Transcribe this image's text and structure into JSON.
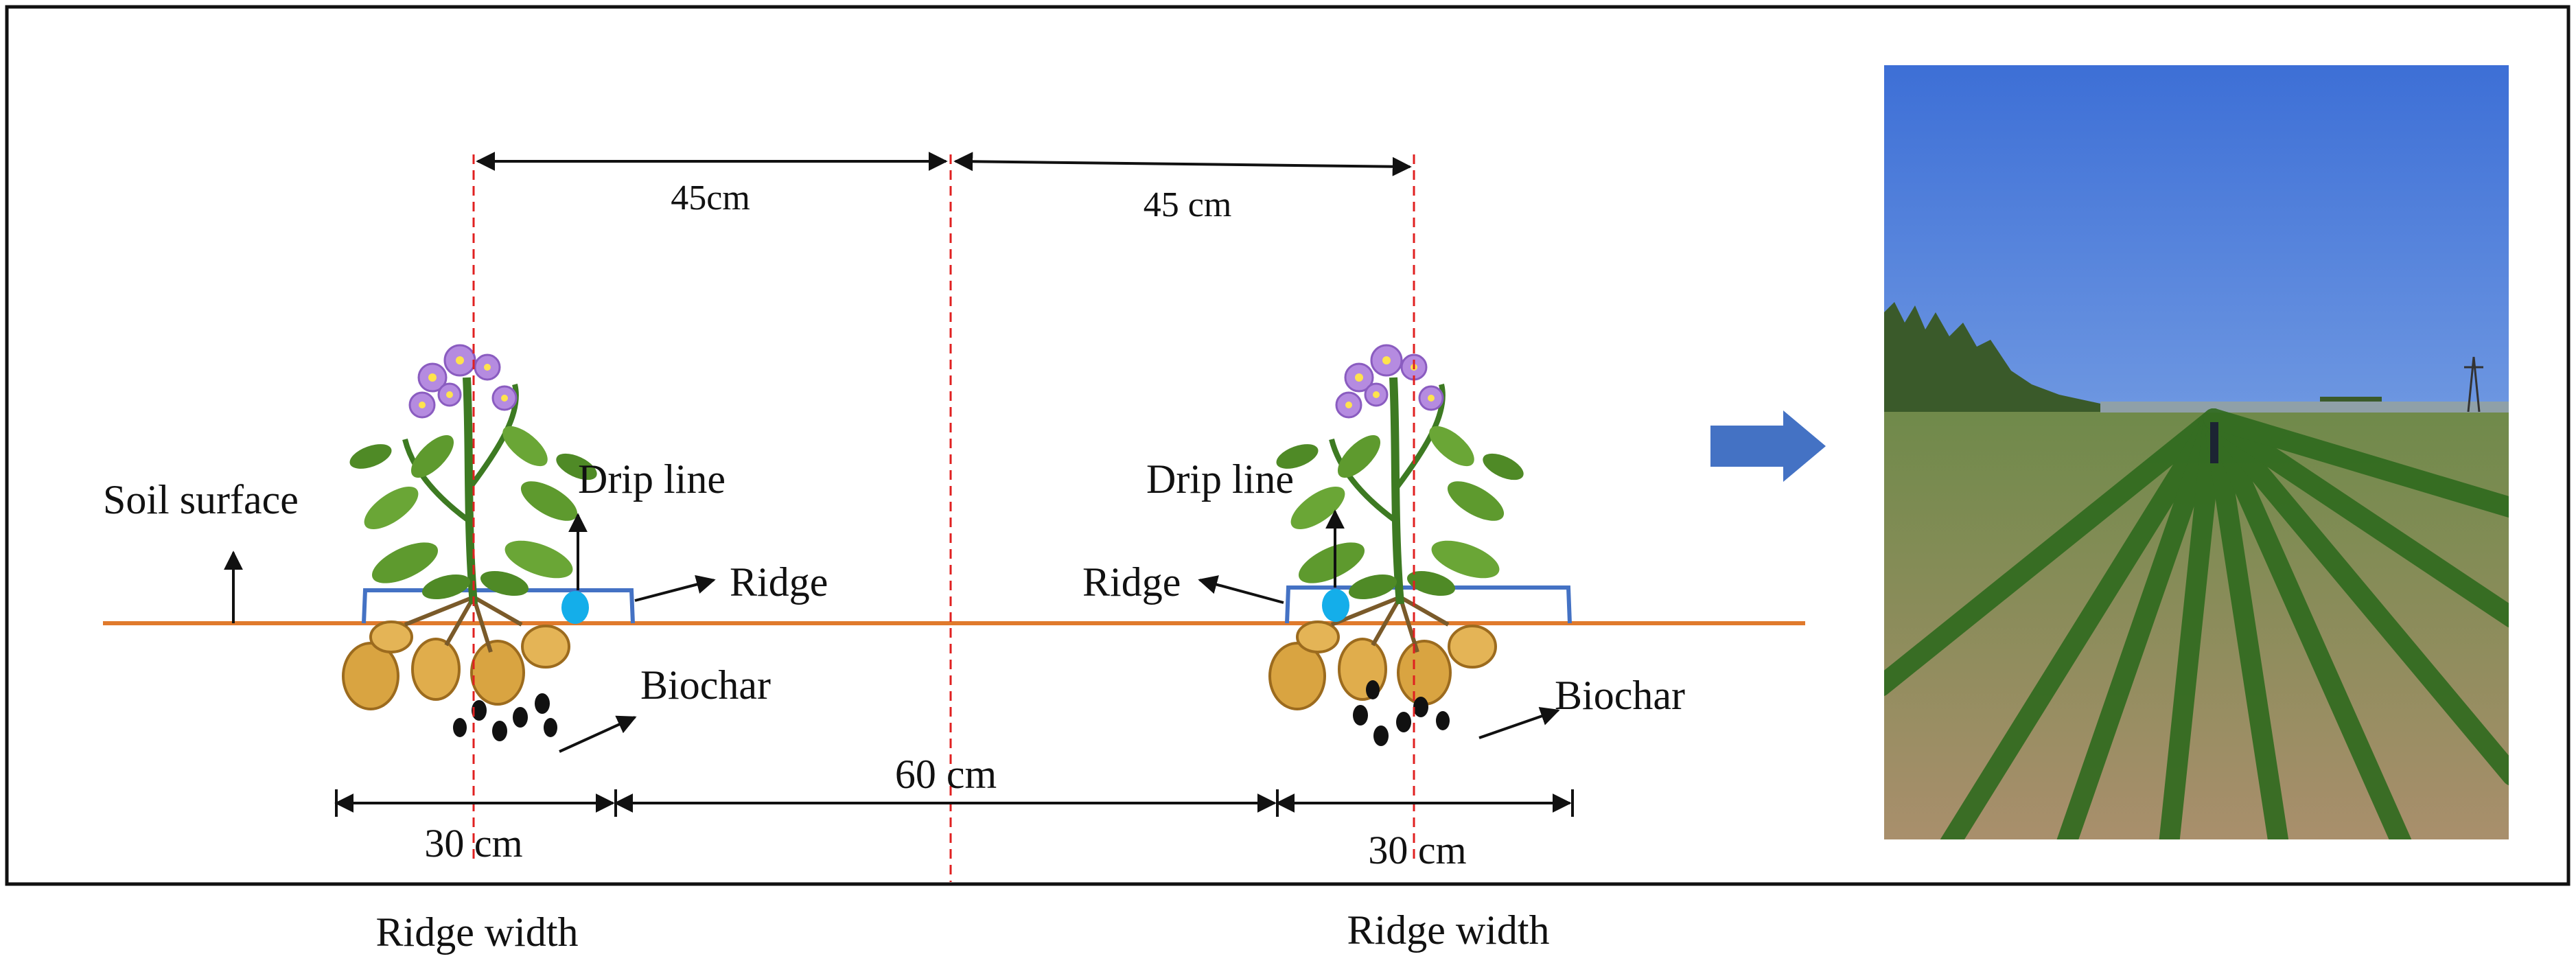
{
  "labels": {
    "spacing_left": "45cm",
    "spacing_right": "45 cm",
    "row_gap": "60 cm",
    "ridge_left_width": "30 cm",
    "ridge_right_width": "30 cm",
    "ridge_width_left": "Ridge width",
    "ridge_width_right": "Ridge width",
    "soil_surface": "Soil surface",
    "drip_line_left": "Drip line",
    "drip_line_right": "Drip line",
    "ridge_left": "Ridge",
    "ridge_right": "Ridge",
    "biochar_left": "Biochar",
    "biochar_right": "Biochar"
  },
  "colors": {
    "soil_line": "#e07a2c",
    "ridge_outline": "#4472c4",
    "drip_emitter": "#14aeea",
    "guide_lines": "#e02020",
    "arrow_block": "#4472c4",
    "flower": "#b58be0",
    "leaf": "#5e9a2e",
    "tuber": "#d9a441",
    "biochar": "#111111"
  },
  "icons": {
    "plant": "potato-plant-icon",
    "photo": "potato-field-photo",
    "next": "block-arrow-right-icon"
  }
}
